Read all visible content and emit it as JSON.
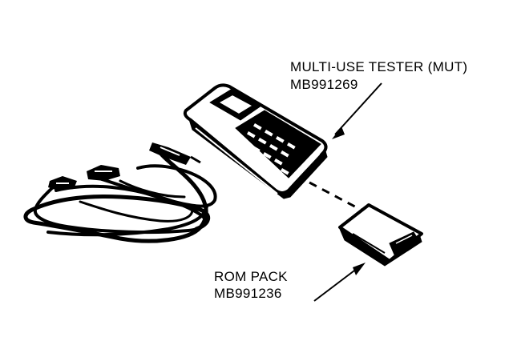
{
  "labels": {
    "tester_name": "MULTI-USE TESTER (MUT)",
    "tester_part": "MB991269",
    "rom_name": "ROM PACK",
    "rom_part": "MB991236"
  },
  "colors": {
    "ink": "#000000",
    "paper": "#ffffff"
  }
}
